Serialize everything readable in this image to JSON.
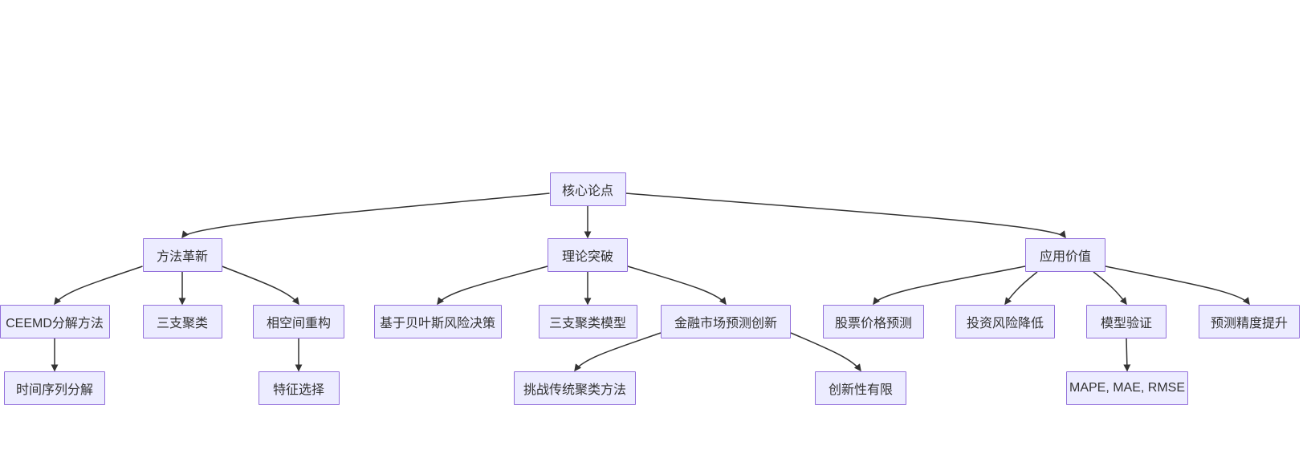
{
  "diagram": {
    "type": "flowchart-top-down",
    "colors": {
      "background": "#FFFFFF",
      "node_fill": "#ECECFF",
      "node_border": "#9370DB",
      "node_text": "#333333",
      "edge": "#333333"
    },
    "nodes": [
      {
        "id": "core-thesis",
        "label": "核心论点"
      },
      {
        "id": "method-innovation",
        "label": "方法革新"
      },
      {
        "id": "theory-breakthrough",
        "label": "理论突破"
      },
      {
        "id": "application-value",
        "label": "应用价值"
      },
      {
        "id": "ceemd-decomposition",
        "label": "CEEMD分解方法"
      },
      {
        "id": "three-way-clustering",
        "label": "三支聚类"
      },
      {
        "id": "phase-space-reconstruction",
        "label": "相空间重构"
      },
      {
        "id": "bayesian-risk-decision",
        "label": "基于贝叶斯风险决策"
      },
      {
        "id": "three-way-clustering-model",
        "label": "三支聚类模型"
      },
      {
        "id": "financial-market-forecast-innovation",
        "label": "金融市场预测创新"
      },
      {
        "id": "stock-price-prediction",
        "label": "股票价格预测"
      },
      {
        "id": "investment-risk-reduction",
        "label": "投资风险降低"
      },
      {
        "id": "model-validation",
        "label": "模型验证"
      },
      {
        "id": "forecast-accuracy-improvement",
        "label": "预测精度提升"
      },
      {
        "id": "time-series-decomposition",
        "label": "时间序列分解"
      },
      {
        "id": "feature-selection",
        "label": "特征选择"
      },
      {
        "id": "challenge-traditional-clustering",
        "label": "挑战传统聚类方法"
      },
      {
        "id": "limited-novelty",
        "label": "创新性有限"
      },
      {
        "id": "error-metrics",
        "label": "MAPE, MAE, RMSE"
      }
    ],
    "edges": [
      {
        "from": "core-thesis",
        "to": "method-innovation"
      },
      {
        "from": "core-thesis",
        "to": "theory-breakthrough"
      },
      {
        "from": "core-thesis",
        "to": "application-value"
      },
      {
        "from": "method-innovation",
        "to": "ceemd-decomposition"
      },
      {
        "from": "method-innovation",
        "to": "three-way-clustering"
      },
      {
        "from": "method-innovation",
        "to": "phase-space-reconstruction"
      },
      {
        "from": "theory-breakthrough",
        "to": "bayesian-risk-decision"
      },
      {
        "from": "theory-breakthrough",
        "to": "three-way-clustering-model"
      },
      {
        "from": "theory-breakthrough",
        "to": "financial-market-forecast-innovation"
      },
      {
        "from": "application-value",
        "to": "stock-price-prediction"
      },
      {
        "from": "application-value",
        "to": "investment-risk-reduction"
      },
      {
        "from": "application-value",
        "to": "model-validation"
      },
      {
        "from": "application-value",
        "to": "forecast-accuracy-improvement"
      },
      {
        "from": "ceemd-decomposition",
        "to": "time-series-decomposition"
      },
      {
        "from": "phase-space-reconstruction",
        "to": "feature-selection"
      },
      {
        "from": "financial-market-forecast-innovation",
        "to": "challenge-traditional-clustering"
      },
      {
        "from": "financial-market-forecast-innovation",
        "to": "limited-novelty"
      },
      {
        "from": "model-validation",
        "to": "error-metrics"
      }
    ]
  }
}
